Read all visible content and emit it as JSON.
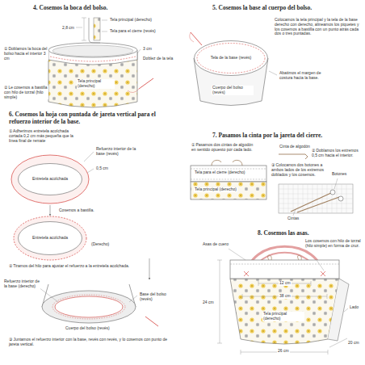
{
  "diagram": {
    "nodes": [
      {
        "text": [
          "Tela de la base (revés)"
        ]
      },
      {
        "text": [
          "Entretela acolchada"
        ]
      },
      {
        "text": [
          "Entretela acolchada"
        ]
      }
    ],
    "labels": [
      "4. Cosemos la boca del bolso.",
      "2,8 cm",
      "Tela principal (derecho)",
      "Tela para el cierre (revés)",
      "① Doblamos la boca del bolso hacia el interior 3 cm",
      "3 cm",
      "Doblez de la tela",
      "Tela principal (derecho)",
      "② Le cosemos a bastilla con hilo de torzal (hilo simple)",
      "5. Cosemos la base al cuerpo del bolso.",
      "Colocamos la tela principal y la tela de la base derecho con derecho, alineamos los piquetes y los cosemos a bastilla con un punto atrás cada dos o tres puntadas.",
      "Cuerpo del bolso (revés)",
      "Abatimos el margen de costura hacia la base.",
      "6. Cosemos la hoja con puntada de jareta vertical para el refuerzo interior de la base.",
      "① Adherimos entretela acolchada cortada 0,2 cm más pequeña que la línea final de remate",
      "Refuerzo interior de la base (revés)",
      "0,5 cm",
      "Cosemos a bastilla.",
      "(Derecho)",
      "② Tiramos del hilo para ajustar el refuerzo a la entretela acolchada.",
      "Refuerzo interior de la base (derecho)",
      "Base del bolso (revés)",
      "Cuerpo del bolso (revés)",
      "③ Juntamos el refuerzo interior con la base, revés con revés, y lo cosemos con punto de jareta vertical.",
      "7. Pasamos la cinta por la jareta del cierre.",
      "① Pasamos dos cintas de algodón en sentido opuesto por cada lado.",
      "Tela para el cierre (derecho)",
      "Tela principal (derecho)",
      "Cinta de algodón",
      "② Doblamos los extremos 0,5 cm hacia el interior.",
      "③ Colocamos dos botones a ambos lados de los extremos doblados y los cosemos.",
      "Botones",
      "Cintas",
      "8. Cosemos las asas.",
      "Asas de cuero",
      "Los cosemos con hilo de torzal (hilo simple) en forma de cruz.",
      "12 cm",
      "38 cm",
      "Lado",
      "Tela principal (derecho)",
      "24 cm",
      "26 cm",
      "20 cm"
    ]
  }
}
